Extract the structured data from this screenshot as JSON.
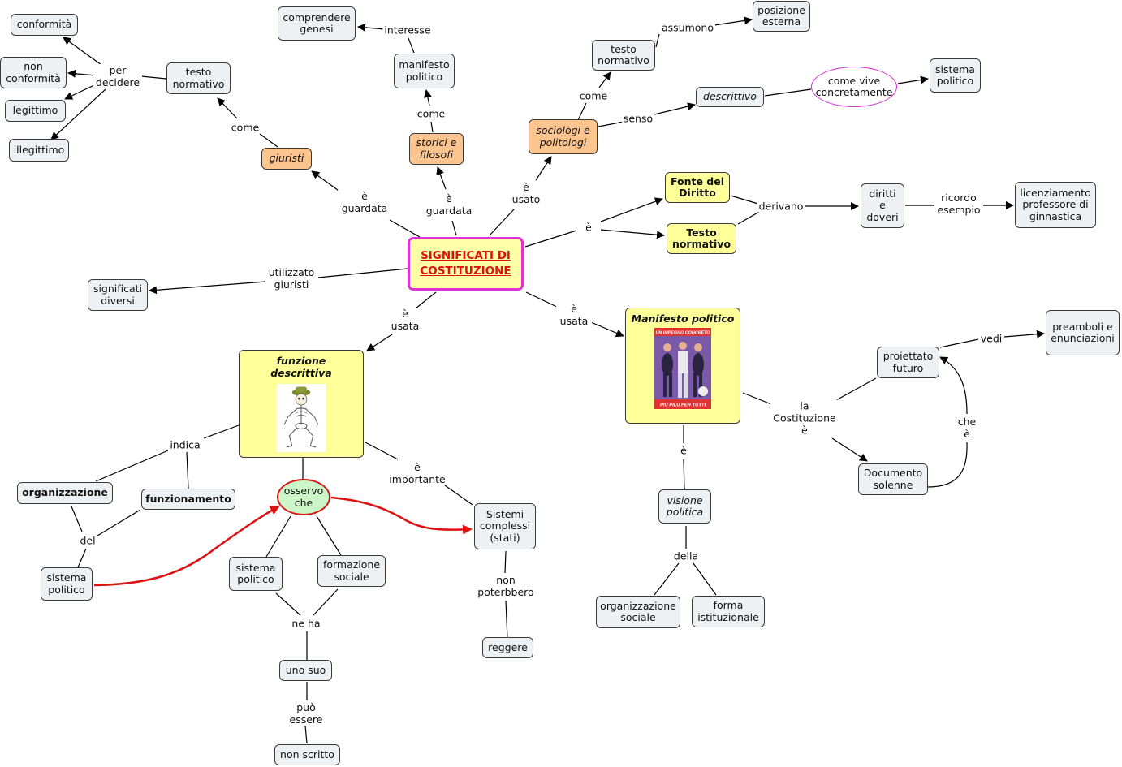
{
  "nodes": {
    "center": "SIGNIFICATI DI COSTITUZIONE",
    "giuristi": "giuristi",
    "storici": "storici e filosofi",
    "sociologi": "sociologi e politologi",
    "testo_norm_1": "testo normativo",
    "conformita": "conformità",
    "non_conformita": "non conformità",
    "legittimo": "legittimo",
    "illegittimo": "illegittimo",
    "manifesto_politico_small": "manifesto politico",
    "comprendere_genesi": "comprendere genesi",
    "testo_norm_2": "testo normativo",
    "posizione_esterna": "posizione esterna",
    "descrittivo": "descrittivo",
    "come_vive": "come vive concretamente",
    "sistema_politico_1": "sistema politico",
    "fonte_diritto": "Fonte del Diritto",
    "testo_norm_3": "Testo normativo",
    "diritti_doveri": "diritti e doveri",
    "licenziamento": "licenziamento professore di ginnastica",
    "significati_diversi": "significati diversi",
    "funzione_descrittiva": "funzione descrittiva",
    "manifesto_politico_big": "Manifesto politico",
    "organizzazione": "organizzazione",
    "funzionamento": "funzionamento",
    "sistema_politico_2": "sistema politico",
    "osservo_che": "osservo che",
    "sistema_politico_3": "sistema politico",
    "formazione_sociale": "formazione sociale",
    "sistemi_complessi": "Sistemi complessi (stati)",
    "reggere": "reggere",
    "uno_suo": "uno suo",
    "non_scritto": "non scritto",
    "visione_politica": "visione politica",
    "organizzazione_sociale": "organizzazione sociale",
    "forma_istituzionale": "forma istituzionale",
    "proiettato_futuro": "proiettato futuro",
    "documento_solenne": "Documento solenne",
    "preamboli": "preamboli e enunciazioni"
  },
  "labels": {
    "come_1": "come",
    "per_decidere": "per decidere",
    "e_guardata_1": "è guardata",
    "e_guardata_2": "è guardata",
    "come_2": "come",
    "interesse": "interesse",
    "e_usato": "è usato",
    "come_3": "come",
    "assumono": "assumono",
    "senso": "senso",
    "e_1": "è",
    "derivano": "derivano",
    "ricordo_esempio": "ricordo esempio",
    "utilizzato_giuristi": "utilizzato giuristi",
    "e_usata_1": "è usata",
    "e_usata_2": "è usata",
    "indica": "indica",
    "del": "del",
    "e_importante": "è importante",
    "non_poterbbero": "non poterbbero",
    "ne_ha": "ne ha",
    "puo_essere": "può essere",
    "e_2": "è",
    "della": "della",
    "la_costituzione_e": "la Costituzione è",
    "vedi": "vedi",
    "che_e": "che è"
  },
  "images": {
    "funzione_descrittiva": "skeleton-illustration",
    "manifesto_politico": "campaign-poster",
    "poster_top_text": "UN IMPEGNO CONCRETO",
    "poster_bottom_text": "PIU PILU PER TUTTI"
  },
  "colors": {
    "node_fill": "#eef1f3",
    "orange_fill": "#fcc48e",
    "yellow_fill": "#ffff99",
    "center_border": "#e030d8",
    "center_text": "#dd1111",
    "red_arrow": "#dd1111",
    "green_oval": "#ccf5c8"
  }
}
